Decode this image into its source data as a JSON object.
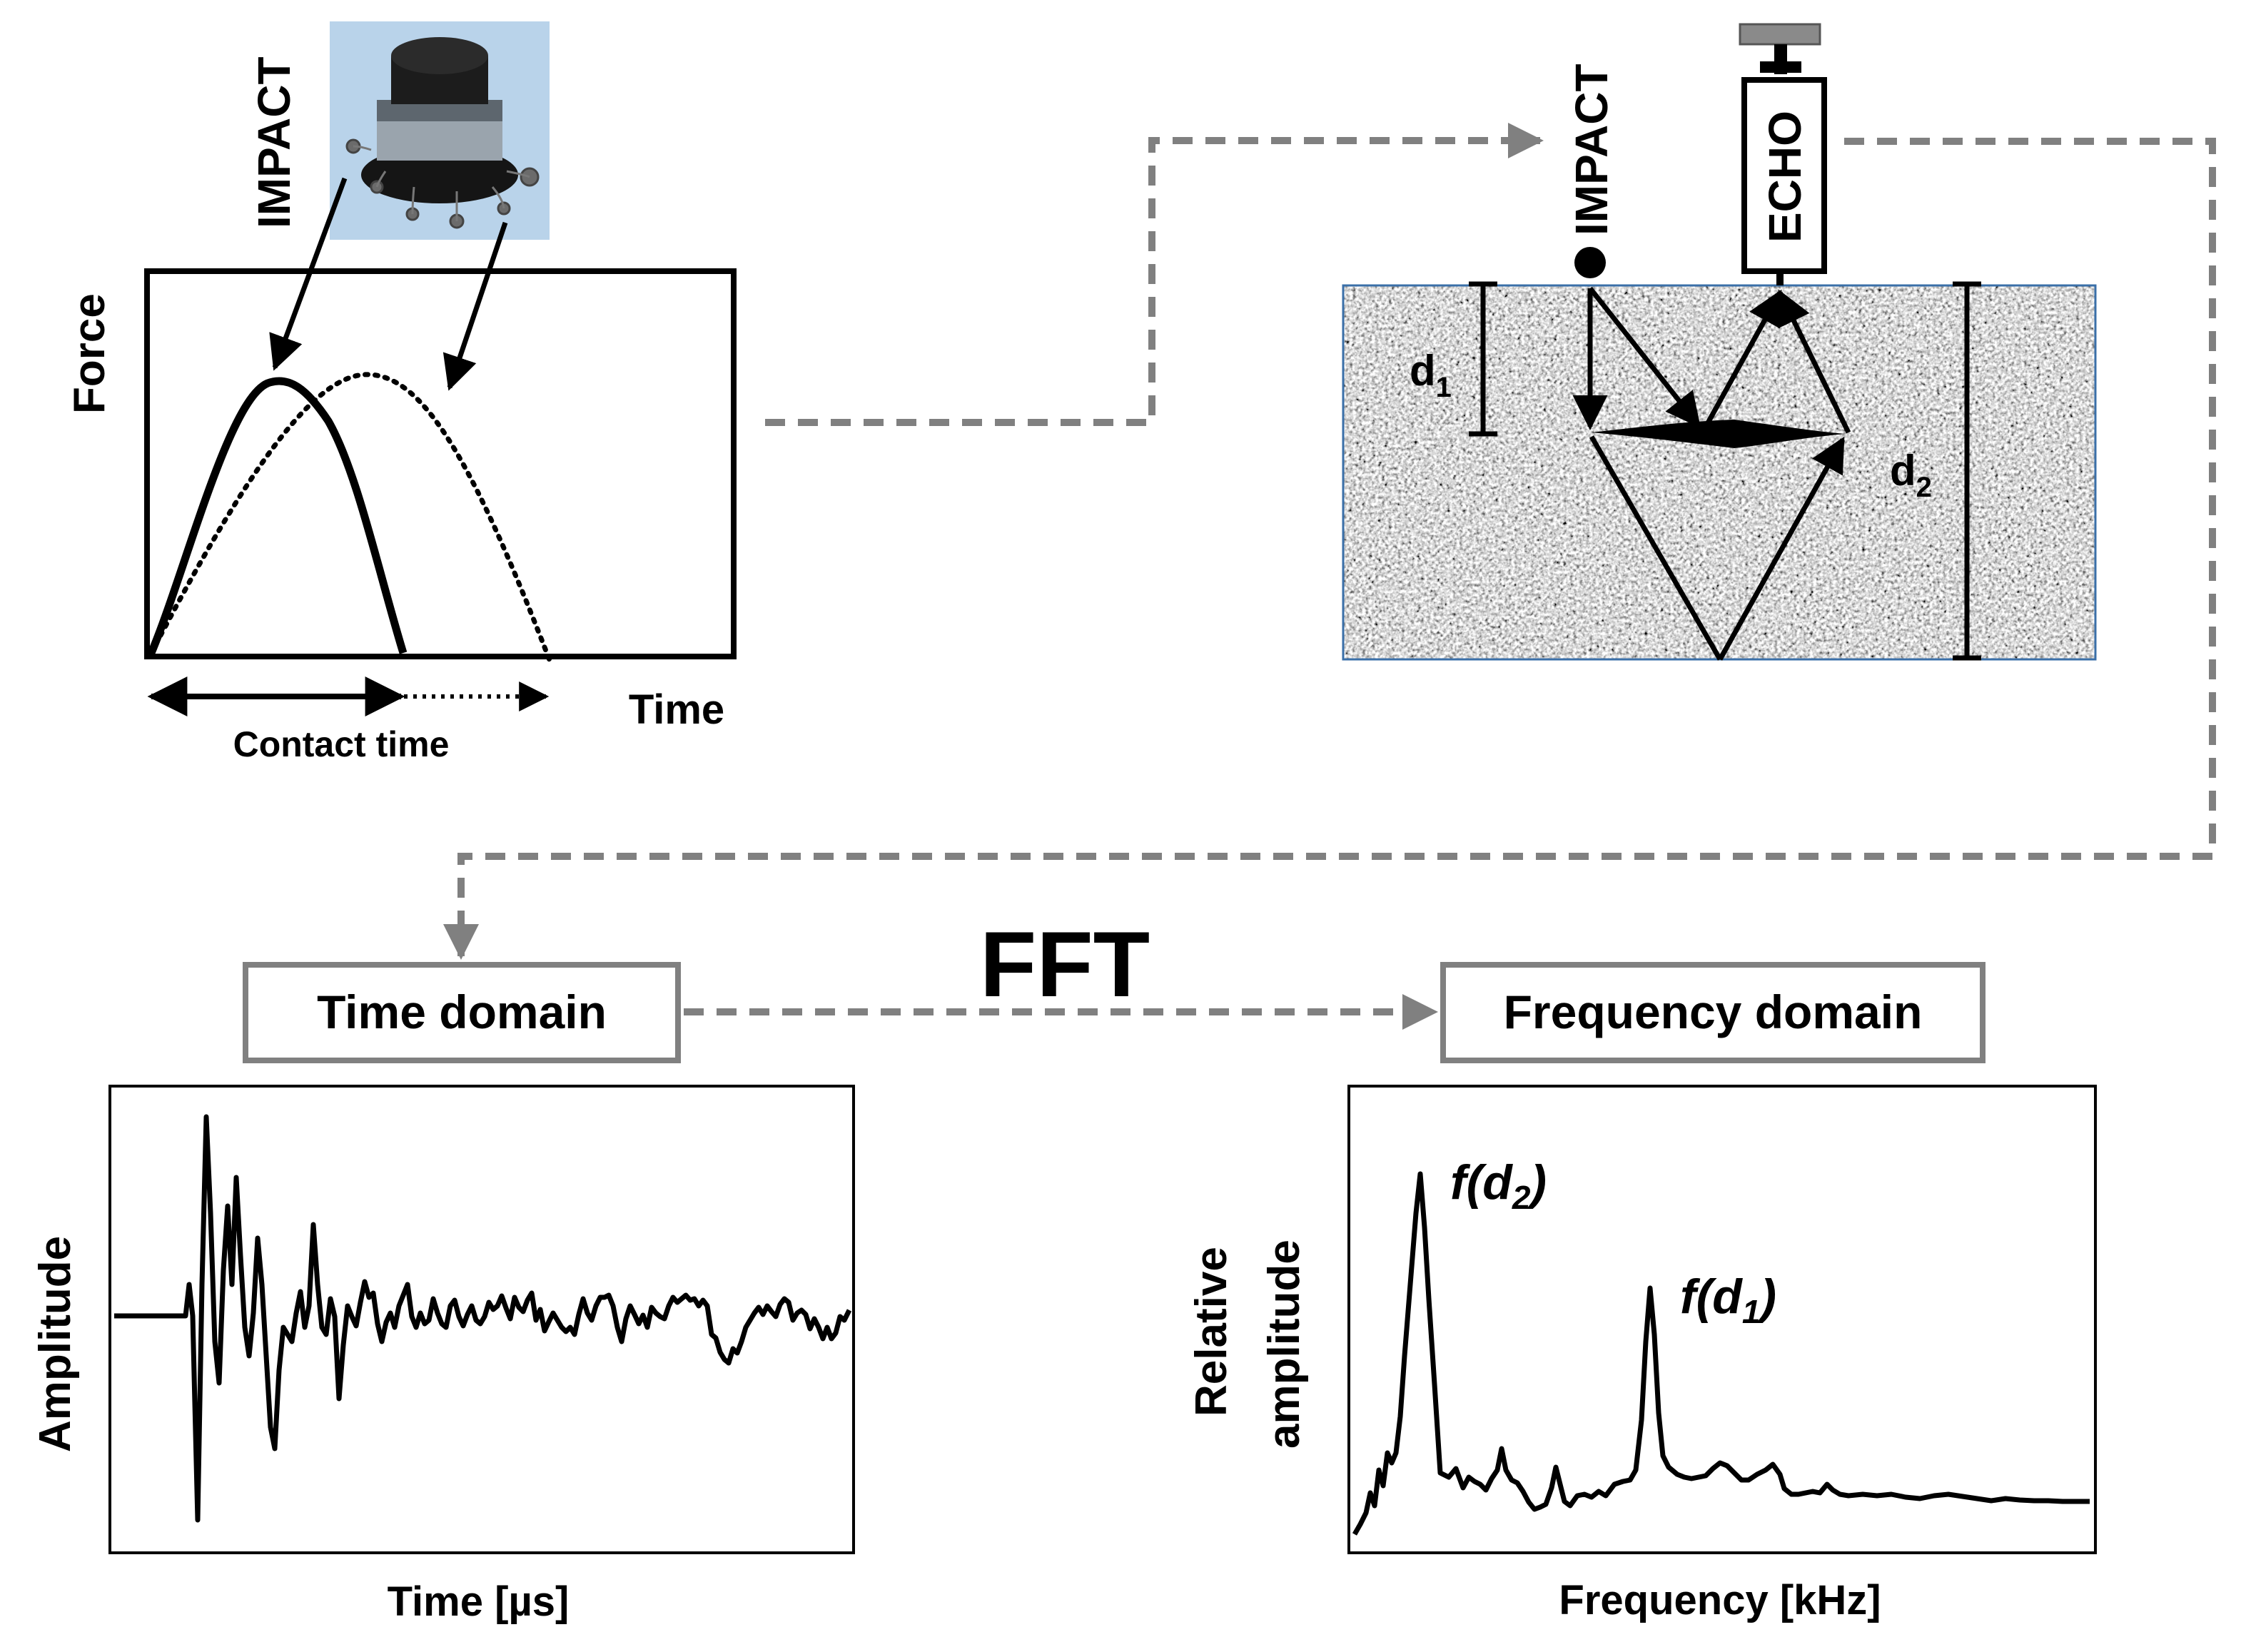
{
  "impact_label_left": "IMPACT",
  "force_time_plot": {
    "ylabel": "Force",
    "xlabel": "Time",
    "contact_time_label": "Contact time"
  },
  "test_specimen": {
    "impact_label": "IMPACT",
    "echo_label": "ECHO",
    "depth_1": {
      "base": "d",
      "sub": "1"
    },
    "depth_2": {
      "base": "d",
      "sub": "2"
    }
  },
  "process": {
    "time_domain_label": "Time domain",
    "fft_label": "FFT",
    "frequency_domain_label": "Frequency domain"
  },
  "time_domain_plot": {
    "ylabel": "Amplitude",
    "xlabel": "Time [µs]"
  },
  "frequency_domain_plot": {
    "ylabel_line1": "Relative",
    "ylabel_line2": "amplitude",
    "xlabel": "Frequency [kHz]",
    "peak_d2": {
      "base": "f(d",
      "sub": "2",
      "close": ")"
    },
    "peak_d1": {
      "base": "f(d",
      "sub": "1",
      "close": ")"
    }
  },
  "colors": {
    "line": "#000000",
    "dashed_connector": "#808080",
    "box_border": "#808080",
    "concrete_border": "#3a6fa8",
    "photo_bg": "#b9d3ea",
    "impactor_body": "#1c1c1c"
  },
  "icons": [
    "impact-hammer-photo",
    "echo-transducer-icon",
    "impact-point-icon"
  ]
}
